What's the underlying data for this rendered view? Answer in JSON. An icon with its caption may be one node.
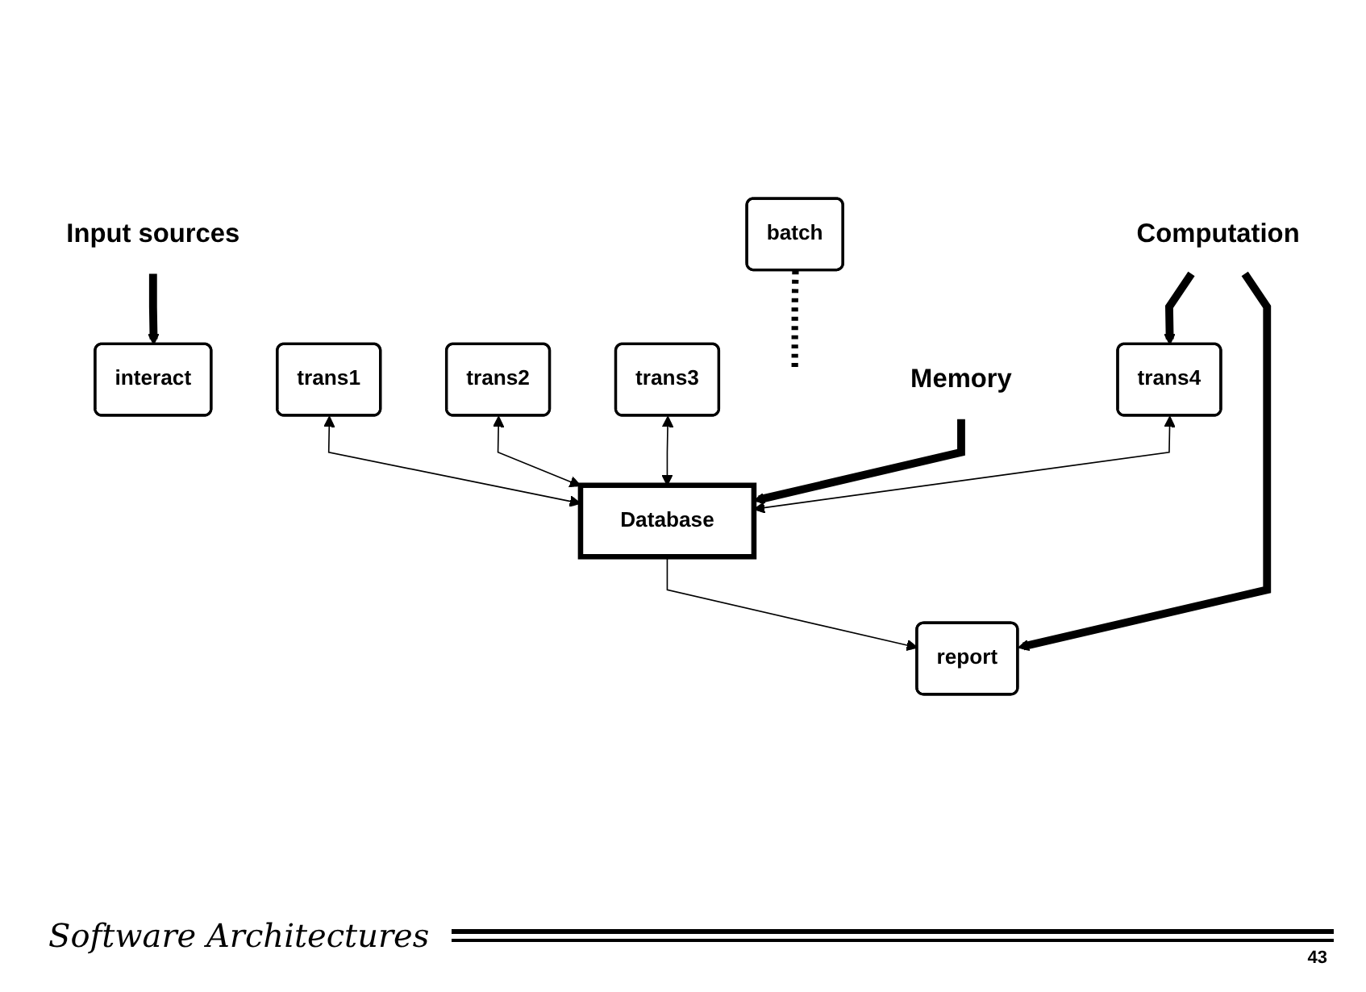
{
  "diagram": {
    "nodes": [
      {
        "text": [
          "batch"
        ]
      },
      {
        "text": [
          "interact"
        ]
      },
      {
        "text": [
          "trans1"
        ]
      },
      {
        "text": [
          "trans2"
        ]
      },
      {
        "text": [
          "trans3"
        ]
      },
      {
        "text": [
          "trans4"
        ]
      },
      {
        "text": [
          "Database"
        ]
      },
      {
        "text": [
          "report"
        ]
      },
      {
        "text": [
          "Input sources"
        ]
      },
      {
        "text": [
          "Computation"
        ]
      },
      {
        "text": [
          "Memory"
        ]
      }
    ],
    "edges": [
      {
        "from": 0,
        "to": null,
        "arrow": "none",
        "style": "dashed"
      },
      {
        "from": 8,
        "to": 1,
        "arrow": "to",
        "style": "thick"
      },
      {
        "from": 2,
        "to": 6,
        "arrow": "both"
      },
      {
        "from": 3,
        "to": 6,
        "arrow": "both"
      },
      {
        "from": 4,
        "to": 6,
        "arrow": "both"
      },
      {
        "from": 5,
        "to": 6,
        "arrow": "both"
      },
      {
        "from": 6,
        "to": 7,
        "arrow": "to"
      },
      {
        "from": 9,
        "to": 5,
        "arrow": "to",
        "style": "thick"
      },
      {
        "from": 9,
        "to": 7,
        "arrow": "to",
        "style": "thick"
      },
      {
        "from": 10,
        "to": 6,
        "arrow": "to",
        "style": "thick"
      }
    ],
    "labels": [
      "Software Architectures",
      "43"
    ]
  }
}
